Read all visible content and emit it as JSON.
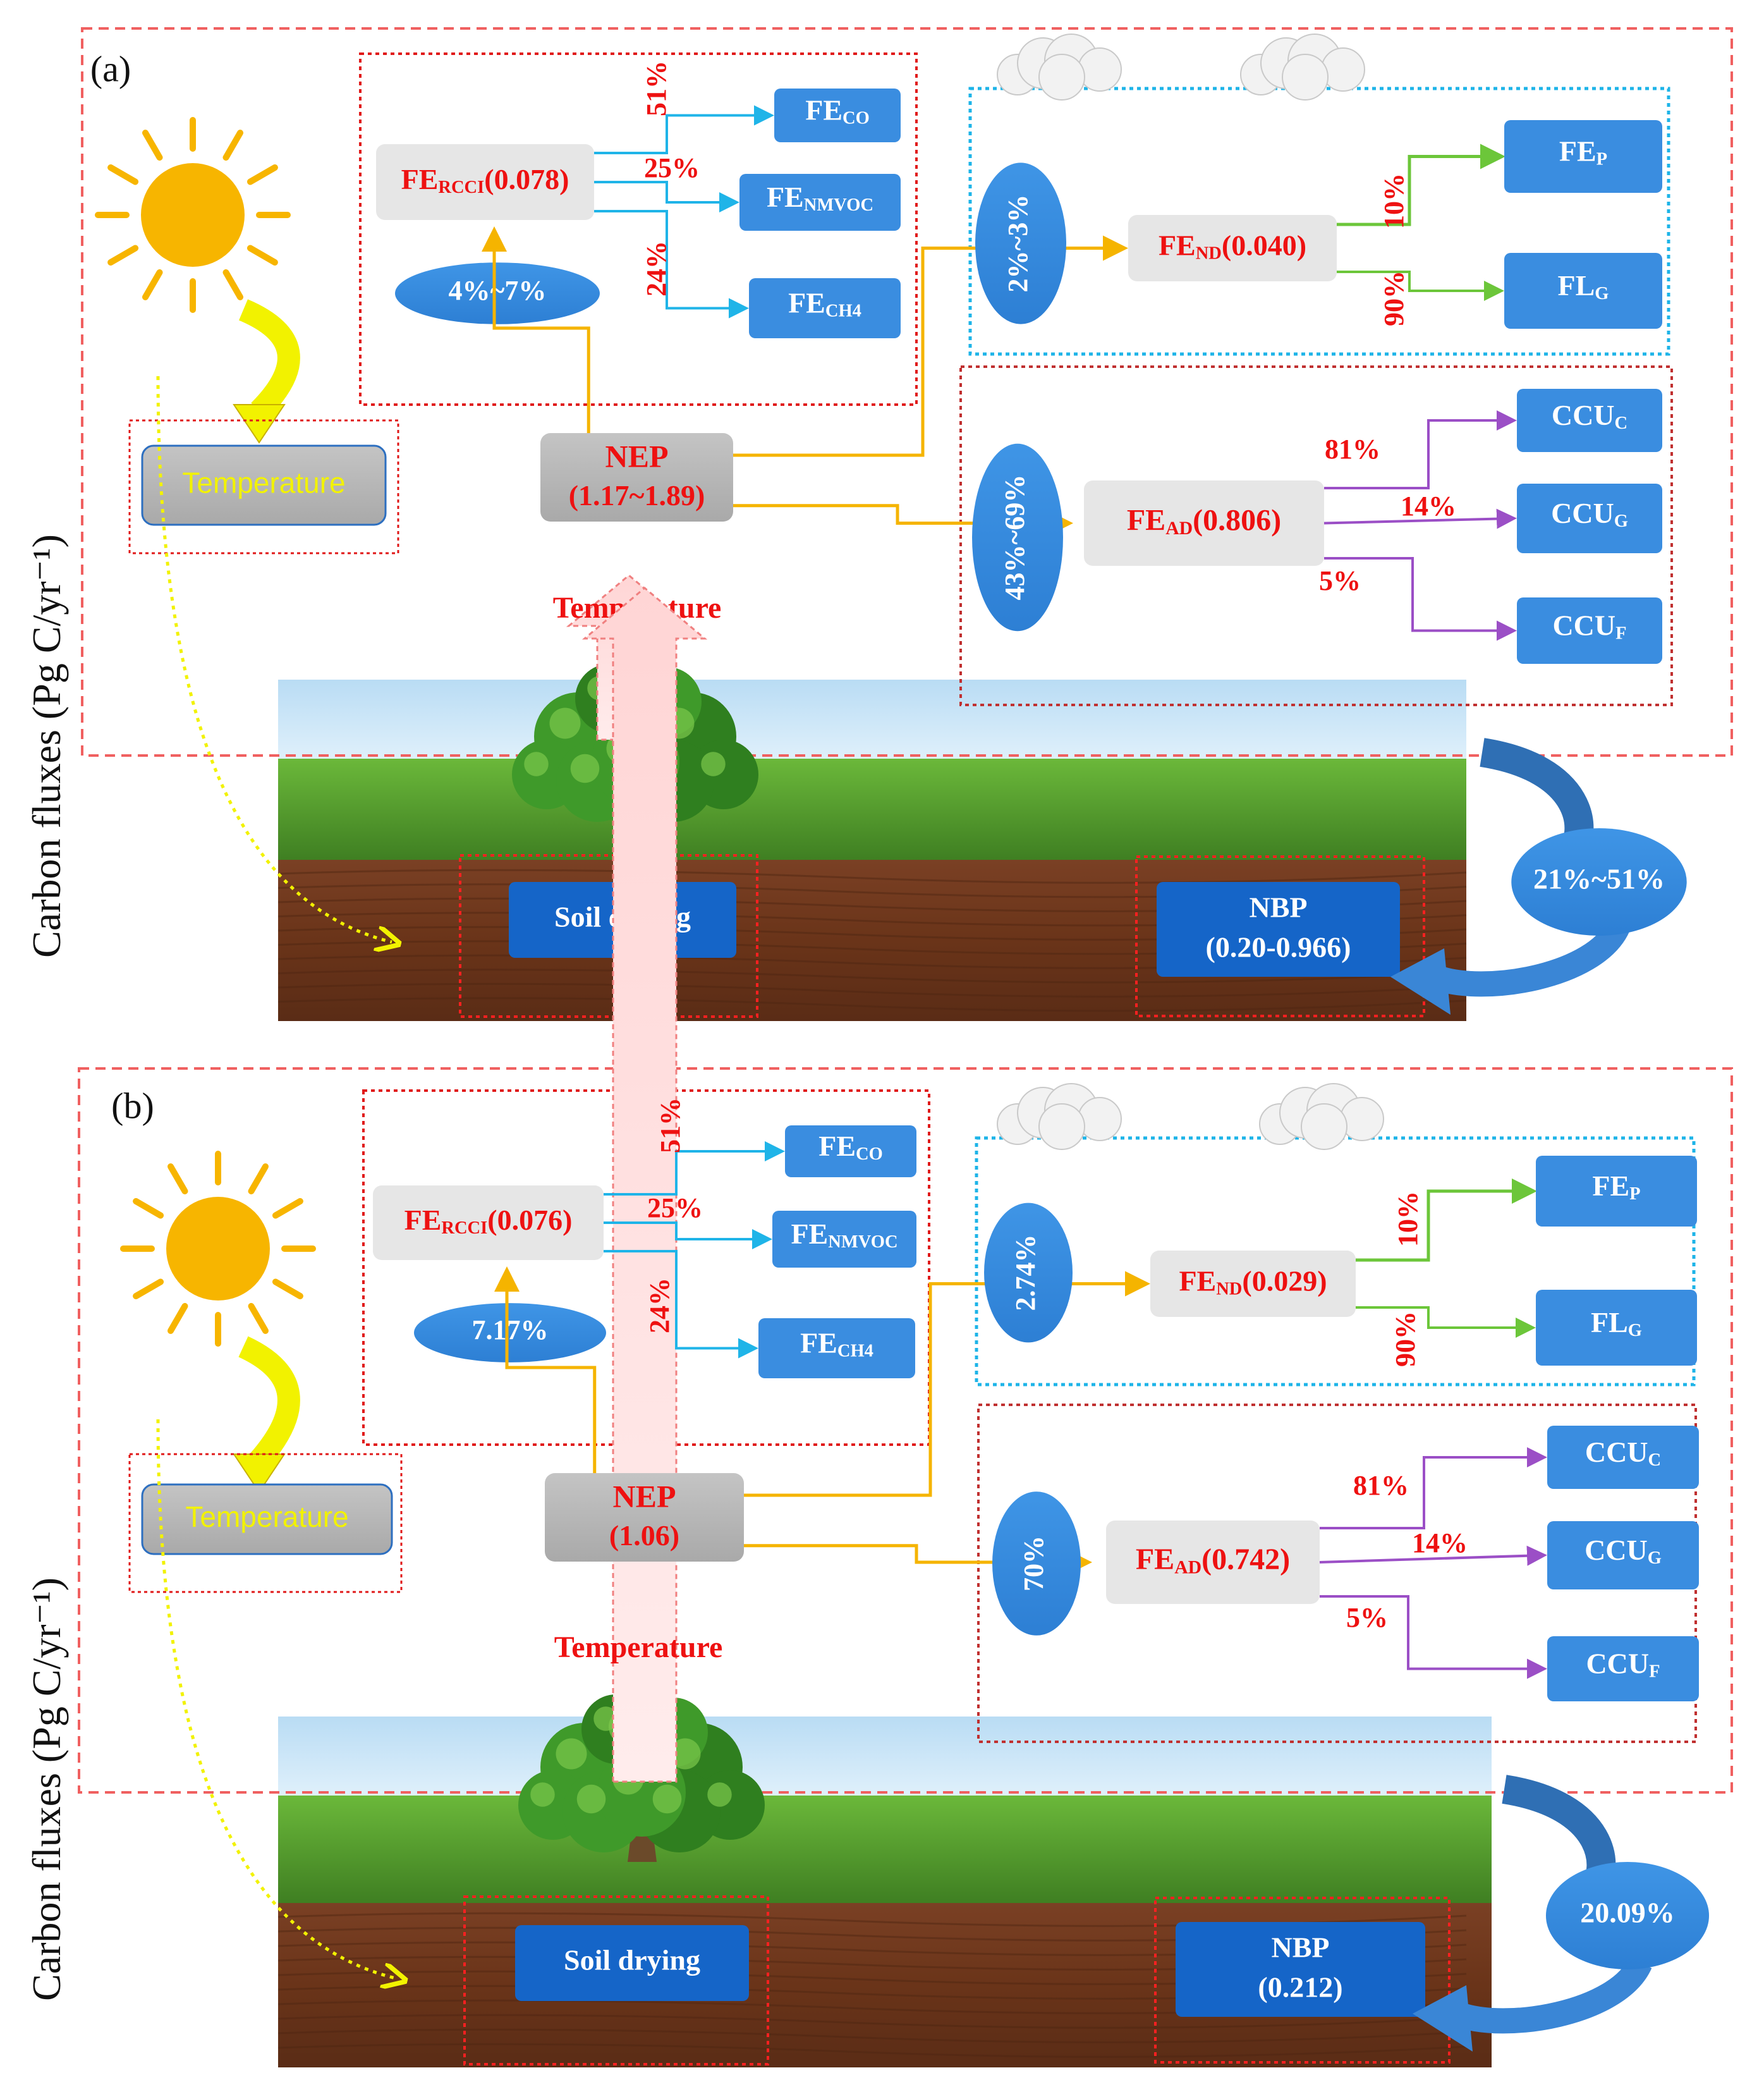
{
  "y_axis_label": "Carbon  fluxes (Pg C/yr⁻¹)",
  "panels": [
    {
      "label": "(a)",
      "temperature_box": "Temperature",
      "temperature_arrow": "Temperature",
      "soil_drying": "Soil drying",
      "nep": {
        "title": "NEP",
        "value": "(1.17~1.89)"
      },
      "nbp": {
        "title": "NBP",
        "value": "(0.20-0.966)"
      },
      "nbp_ratio": "21%~51%",
      "rcci": {
        "prefix": "FE",
        "sub": "RCCI",
        "value": "(0.078)",
        "ratio": "4%~7%",
        "pct_co": "51%",
        "pct_nmvoc": "25%",
        "pct_ch4": "24%"
      },
      "targets_rcci": [
        {
          "prefix": "FE",
          "sub": "CO"
        },
        {
          "prefix": "FE",
          "sub": "NMVOC"
        },
        {
          "prefix": "FE",
          "sub": "CH4"
        }
      ],
      "nd": {
        "prefix": "FE",
        "sub": "ND",
        "value": "(0.040)",
        "ratio": "2%~3%",
        "pct_p": "10%",
        "pct_g": "90%"
      },
      "targets_nd": [
        {
          "prefix": "FE",
          "sub": "P"
        },
        {
          "prefix": "FL",
          "sub": "G"
        }
      ],
      "ad": {
        "prefix": "FE",
        "sub": "AD",
        "value": "(0.806)",
        "ratio": "43%~69%",
        "pct_c": "81%",
        "pct_g": "14%",
        "pct_f": "5%"
      },
      "targets_ad": [
        {
          "prefix": "CCU",
          "sub": "C"
        },
        {
          "prefix": "CCU",
          "sub": "G"
        },
        {
          "prefix": "CCU",
          "sub": "F"
        }
      ]
    },
    {
      "label": "(b)",
      "temperature_box": "Temperature",
      "temperature_arrow": "Temperature",
      "soil_drying": "Soil drying",
      "nep": {
        "title": "NEP",
        "value": "(1.06)"
      },
      "nbp": {
        "title": "NBP",
        "value": "(0.212)"
      },
      "nbp_ratio": "20.09%",
      "rcci": {
        "prefix": "FE",
        "sub": "RCCI",
        "value": "(0.076)",
        "ratio": "7.17%",
        "pct_co": "51%",
        "pct_nmvoc": "25%",
        "pct_ch4": "24%"
      },
      "targets_rcci": [
        {
          "prefix": "FE",
          "sub": "CO"
        },
        {
          "prefix": "FE",
          "sub": "NMVOC"
        },
        {
          "prefix": "FE",
          "sub": "CH4"
        }
      ],
      "nd": {
        "prefix": "FE",
        "sub": "ND",
        "value": "(0.029)",
        "ratio": "2.74%",
        "pct_p": "10%",
        "pct_g": "90%"
      },
      "targets_nd": [
        {
          "prefix": "FE",
          "sub": "P"
        },
        {
          "prefix": "FL",
          "sub": "G"
        }
      ],
      "ad": {
        "prefix": "FE",
        "sub": "AD",
        "value": "(0.742)",
        "ratio": "70%",
        "pct_c": "81%",
        "pct_g": "14%",
        "pct_f": "5%"
      },
      "targets_ad": [
        {
          "prefix": "CCU",
          "sub": "C"
        },
        {
          "prefix": "CCU",
          "sub": "G"
        },
        {
          "prefix": "CCU",
          "sub": "F"
        }
      ]
    }
  ],
  "colors": {
    "red_label": "#ee1111",
    "blue_box": "#3a8de0",
    "dark_blue_box": "#1565c8",
    "orange_arrow": "#f5b400",
    "cyan_arrow": "#1fb4e8",
    "green_arrow": "#6cc63a",
    "purple_arrow": "#9b4fc6",
    "sun": "#f7b500",
    "grass": "#4f9a2c",
    "soil": "#6e3a1f"
  }
}
